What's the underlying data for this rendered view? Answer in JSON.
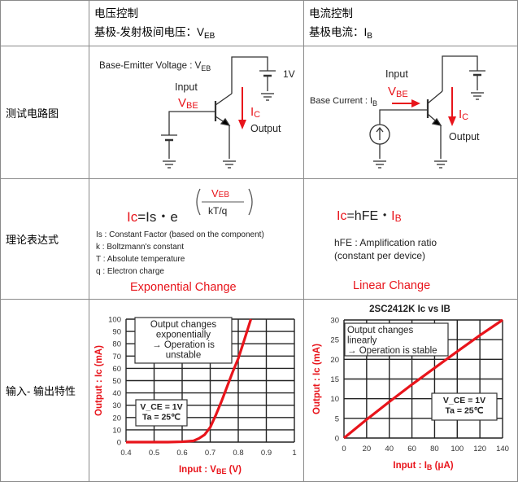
{
  "header": {
    "col1_title": "电压控制",
    "col1_sub_prefix": "基极-发射极间电压：V",
    "col1_sub_sub": "EB",
    "col2_title": "电流控制",
    "col2_sub_prefix": "基极电流：I",
    "col2_sub_sub": "B"
  },
  "rows": {
    "circuit": "测试电路图",
    "formula": "理论表达式",
    "characteristic": "输入- 输出特性"
  },
  "circuit_left": {
    "bev_label": "Base-Emitter Voltage : V",
    "bev_sub": "EB",
    "battery": "1V",
    "input": "Input",
    "vbe": "V",
    "vbe_sub": "BE",
    "ic": "I",
    "ic_sub": "C",
    "output": "Output"
  },
  "circuit_right": {
    "input": "Input",
    "vbe": "V",
    "vbe_sub": "BE",
    "ib_label": "Base Current : I",
    "ib_sub": "B",
    "ic": "I",
    "ic_sub": "C",
    "output": "Output"
  },
  "formula_left": {
    "ic": "Ic",
    "rhs": "=Is・e",
    "num": "V",
    "num_sub": "EB",
    "den": "kT/q",
    "notes": [
      "Is : Constant Factor (based on the component)",
      "k  : Boltzmann's constant",
      "T  : Absolute temperature",
      "q  : Electron charge"
    ],
    "change": "Exponential Change"
  },
  "formula_right": {
    "ic": "Ic",
    "rhs": "=hFE・",
    "ib": "I",
    "ib_sub": "B",
    "note1": "hFE : Amplification ratio",
    "note2": "(constant per device)",
    "change": "Linear Change"
  },
  "colors": {
    "accent": "#e8141b",
    "border": "#8a8a8a"
  },
  "chart_data": [
    {
      "type": "line",
      "title": "",
      "xlabel": "Input : V",
      "xlabel_sub": "BE",
      "xlabel_suffix": " (V)",
      "ylabel": "Output : Ic (mA)",
      "xlim": [
        0.4,
        1.0
      ],
      "ylim": [
        0,
        100
      ],
      "xticks": [
        "0.4",
        "0.5",
        "0.6",
        "0.7",
        "0.8",
        "0.9",
        "1"
      ],
      "yticks": [
        "0",
        "10",
        "20",
        "30",
        "40",
        "50",
        "60",
        "70",
        "80",
        "90",
        "100"
      ],
      "grid": true,
      "series": [
        {
          "name": "Ic",
          "x": [
            0.4,
            0.55,
            0.6,
            0.64,
            0.66,
            0.68,
            0.7,
            0.72,
            0.74,
            0.76,
            0.78,
            0.8,
            0.82,
            0.845
          ],
          "y": [
            0,
            0,
            0.3,
            1,
            3,
            6,
            12,
            22,
            33,
            45,
            57,
            68,
            82,
            100
          ]
        }
      ],
      "annotations": [
        [
          "Output changes",
          "exponentially",
          "→ Operation is",
          "unstable"
        ],
        [
          "V_CE = 1V",
          "Ta = 25℃"
        ]
      ]
    },
    {
      "type": "line",
      "title": "2SC2412K Ic vs IB",
      "xlabel": "Input : I",
      "xlabel_sub": "B",
      "xlabel_suffix": " (μA)",
      "ylabel": "Output : Ic (mA)",
      "xlim": [
        0,
        140
      ],
      "ylim": [
        0,
        30
      ],
      "xticks": [
        "0",
        "20",
        "40",
        "60",
        "80",
        "100",
        "120",
        "140"
      ],
      "yticks": [
        "0",
        "5",
        "10",
        "15",
        "20",
        "25",
        "30"
      ],
      "grid": true,
      "series": [
        {
          "name": "Ic",
          "x": [
            0,
            20,
            40,
            60,
            80,
            100,
            120,
            140
          ],
          "y": [
            0,
            4.7,
            9.2,
            13.6,
            17.8,
            22,
            26.1,
            30
          ]
        }
      ],
      "annotations": [
        [
          "Output changes",
          "linearly",
          "→ Operation is stable"
        ],
        [
          "V_CE = 1V",
          "Ta = 25℃"
        ]
      ]
    }
  ]
}
